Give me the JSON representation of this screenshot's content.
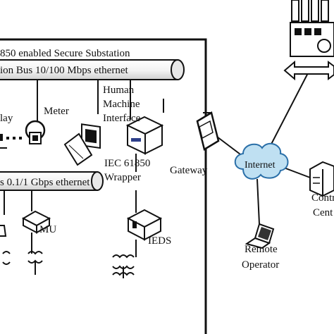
{
  "labels": {
    "substation_title": "850 enabled Secure Substation",
    "station_bus": "ion Bus 10/100 Mbps ethernet",
    "process_bus": "s 0.1/1 Gbps ethernet",
    "relay": "lay",
    "meter": "Meter",
    "hmi_line1": "Human",
    "hmi_line2": "Machine",
    "hmi_line3": "Interface",
    "wrapper_line1": "IEC 61850",
    "wrapper_line2": "Wrapper",
    "gateway": "Gateway",
    "internet": "Internet",
    "mu": "MU",
    "ieds": "IEDS",
    "remote_line1": "Remote",
    "remote_line2": "Operator",
    "control_line1": "Contr",
    "control_line2": "Cent"
  },
  "colors": {
    "line": "#111111",
    "cloud_fill": "#bfe0f2",
    "cloud_stroke": "#2a6fa8",
    "equipment_fill": "#ffffff"
  },
  "icons": [
    "relay-icon",
    "meter-icon",
    "hmi-computer-icon",
    "wrapper-device-icon",
    "gateway-icon",
    "merging-unit-icon",
    "ied-icon",
    "transformer-icon",
    "laptop-icon",
    "control-server-icon",
    "power-plant-icon",
    "internet-cloud-icon"
  ]
}
